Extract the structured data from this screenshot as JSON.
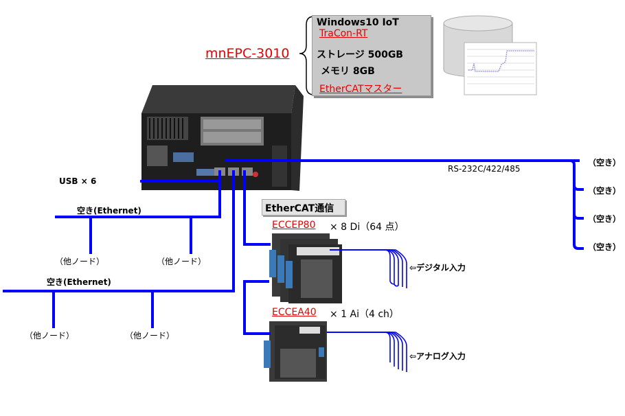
{
  "pc": {
    "title": "mnEPC-3010",
    "spec": {
      "os": "Windows10 IoT",
      "runtime": "TraCon-RT",
      "storage": "ストレージ 500GB",
      "memory": "メモリ 8GB",
      "master": "EtherCATマスター"
    }
  },
  "usb_label": "USB × 6",
  "ethernet": {
    "net1_label": "空き(Ethernet)",
    "net2_label": "空き(Ethernet)",
    "node_label": "（他ノード）"
  },
  "serial": {
    "label": "RS-232C/422/485",
    "ports": [
      "（空き）",
      "（空き）",
      "（空き）",
      "（空き）"
    ]
  },
  "ethercat": {
    "label": "EtherCAT通信",
    "module1": {
      "name": "ECCEP80",
      "desc": "× 8 Di（64 点）",
      "io_label": "⇦デジタル入力"
    },
    "module2": {
      "name": "ECCEA40",
      "desc": "× 1 Ai（4 ch）",
      "io_label": "⇦アナログ入力"
    }
  },
  "colors": {
    "line": "#0000ff",
    "accent_red": "#e60000",
    "box_gray": "#c8c8c8"
  }
}
